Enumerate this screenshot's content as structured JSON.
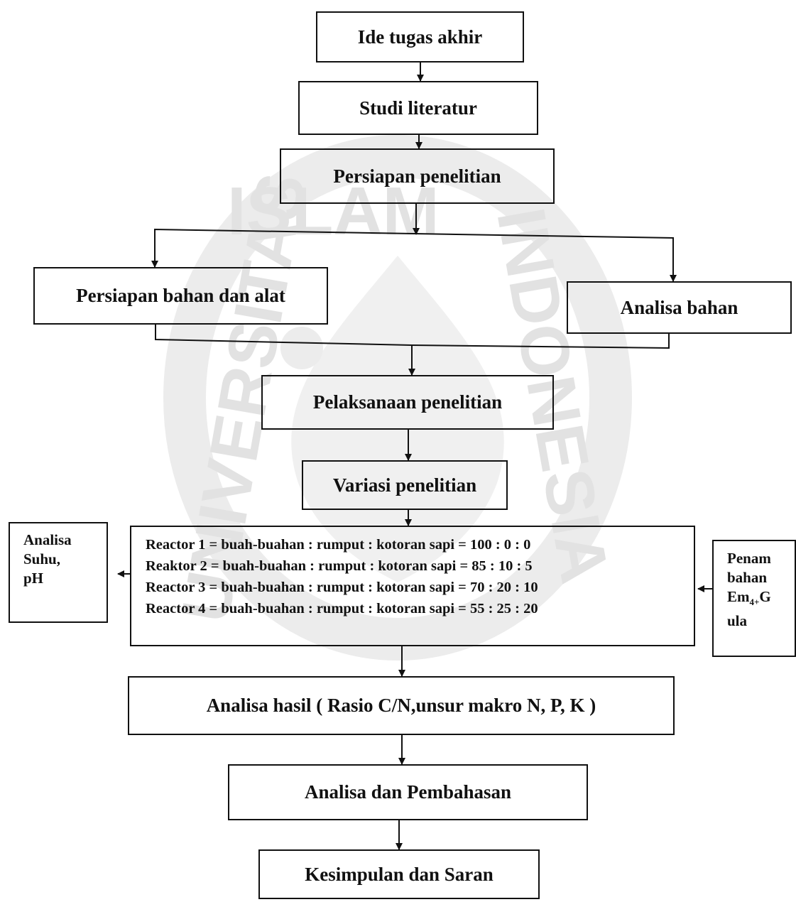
{
  "watermark": {
    "words": [
      "ISLAM",
      "INDONESIA",
      "UNIVERSITAS"
    ]
  },
  "boxes": {
    "ide": "Ide tugas akhir",
    "studi": "Studi literatur",
    "persiapan_penelitian": "Persiapan penelitian",
    "persiapan_bahan": "Persiapan bahan dan alat",
    "analisa_bahan": "Analisa bahan",
    "pelaksanaan": "Pelaksanaan penelitian",
    "variasi": "Variasi penelitian",
    "analisa_hasil": "Analisa hasil ( Rasio C/N,unsur makro N, P, K )",
    "analisa_pembahasan": "Analisa dan Pembahasan",
    "kesimpulan": "Kesimpulan dan Saran"
  },
  "reactors": [
    "Reactor 1 = buah-buahan : rumput : kotoran sapi = 100 : 0 : 0",
    "Reaktor 2 = buah-buahan : rumput : kotoran sapi = 85 : 10 : 5",
    "Reactor 3 = buah-buahan : rumput : kotoran sapi = 70 : 20 : 10",
    "Reactor 4 = buah-buahan : rumput : kotoran sapi = 55 : 25 : 20"
  ],
  "left_box": {
    "line1": "Analisa",
    "line2": "Suhu,",
    "line3": "pH"
  },
  "right_box": {
    "line1": "Penam",
    "line2": "bahan",
    "line3_a": "Em",
    "line3_sub": "4+",
    "line3_b": "G",
    "line4": "ula"
  }
}
